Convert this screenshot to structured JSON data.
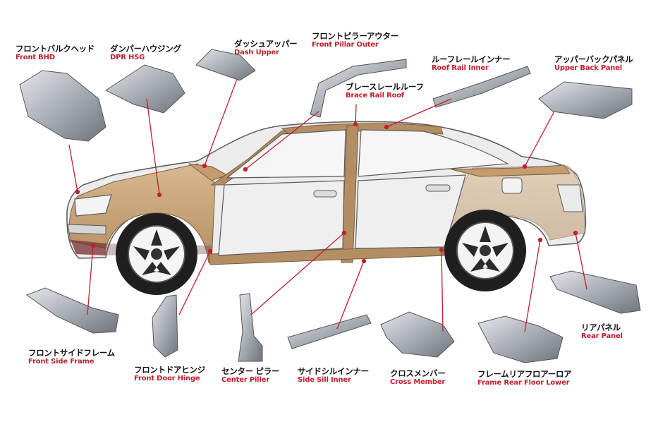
{
  "colors": {
    "accent_red": "#c21e2c",
    "leader_line": "#c21e2c",
    "body_panel": "#c8a57d",
    "part_metal": "#aeb2b8",
    "car_outline": "#5a5a5a"
  },
  "parts": [
    {
      "id": "front-bhd",
      "jp": "フロントバルクヘッド",
      "en": "Front BHD"
    },
    {
      "id": "dpr-hsg",
      "jp": "ダンパーハウジング",
      "en": "DPR HSG"
    },
    {
      "id": "dash-upper",
      "jp": "ダッシュアッパー",
      "en": "Dash Upper"
    },
    {
      "id": "front-pillar-outer",
      "jp": "フロントピラーアウター",
      "en": "Front Pillar Outer"
    },
    {
      "id": "brace-rail-roof",
      "jp": "ブレースレールルーフ",
      "en": "Brace Rail Roof"
    },
    {
      "id": "roof-rail-inner",
      "jp": "ルーフレールインナー",
      "en": "Roof Rail Inner"
    },
    {
      "id": "upper-back-panel",
      "jp": "アッパーバックパネル",
      "en": "Upper Back Panel"
    },
    {
      "id": "rear-panel",
      "jp": "リアパネル",
      "en": "Rear Panel"
    },
    {
      "id": "front-side-frame",
      "jp": "フロントサイドフレーム",
      "en": "Front Side Frame"
    },
    {
      "id": "front-door-hinge",
      "jp": "フロントドアヒンジ",
      "en": "Front Door Hinge"
    },
    {
      "id": "center-piller",
      "jp": "センター ピラー",
      "en": "Center Piller"
    },
    {
      "id": "side-sill-inner",
      "jp": "サイドシルインナー",
      "en": "Side Sill Inner"
    },
    {
      "id": "cross-member",
      "jp": "クロスメンバー",
      "en": "Cross Member"
    },
    {
      "id": "frame-rear-floor-lower",
      "jp": "フレームリアフロアーロア",
      "en": "Frame Rear Floor Lower"
    }
  ]
}
